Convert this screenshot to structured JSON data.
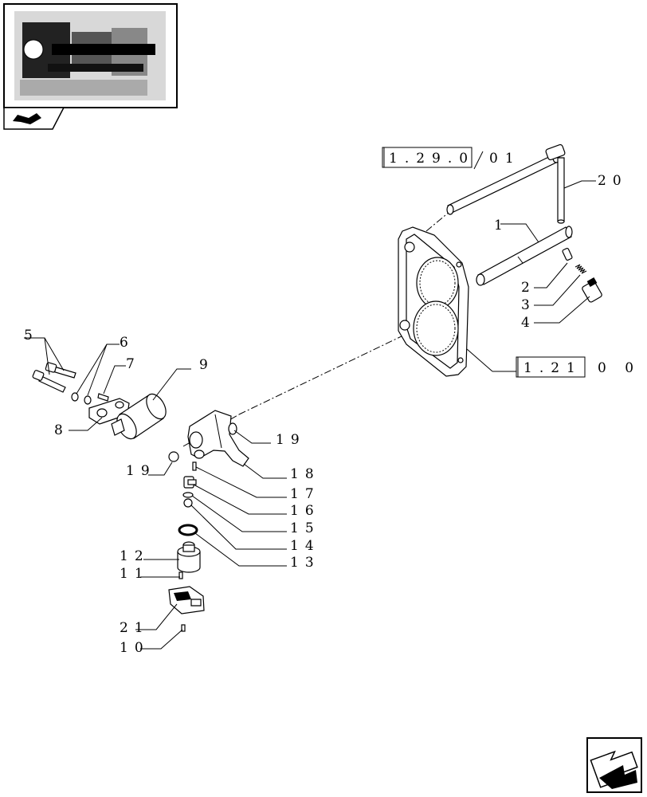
{
  "references": {
    "ref_a": "1.29.0",
    "ref_a_suffix": "01",
    "ref_b": "1.21",
    "ref_b_suffix": "0 0"
  },
  "callouts": {
    "c1": "1",
    "c2": "2",
    "c3": "3",
    "c4": "4",
    "c5": "5",
    "c6": "6",
    "c7": "7",
    "c8": "8",
    "c9": "9",
    "c10": "10",
    "c11": "11",
    "c12": "12",
    "c13": "13",
    "c14": "14",
    "c15": "15",
    "c16": "16",
    "c17": "17",
    "c18": "18",
    "c19a": "19",
    "c19b": "19",
    "c20": "20",
    "c21": "21"
  },
  "icons": {
    "thumbnail": "transmission-thumbnail",
    "book": "book-icon",
    "nav": "next-page-arrow-icon"
  }
}
